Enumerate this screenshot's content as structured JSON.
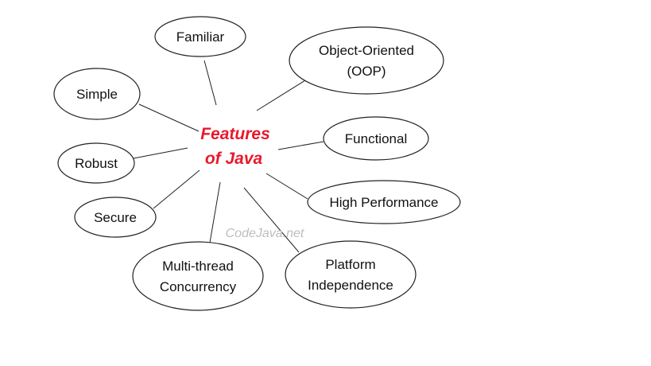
{
  "center": {
    "line1": "Features",
    "line2": "of Java",
    "color": "#e8192c"
  },
  "watermark": {
    "text": "CodeJava.net",
    "color": "#bdbdbd"
  },
  "features": [
    {
      "id": "familiar",
      "lines": [
        "Familiar"
      ]
    },
    {
      "id": "object-oriented",
      "lines": [
        "Object-Oriented",
        "(OOP)"
      ]
    },
    {
      "id": "simple",
      "lines": [
        "Simple"
      ]
    },
    {
      "id": "functional",
      "lines": [
        "Functional"
      ]
    },
    {
      "id": "robust",
      "lines": [
        "Robust"
      ]
    },
    {
      "id": "high-performance",
      "lines": [
        "High Performance"
      ]
    },
    {
      "id": "secure",
      "lines": [
        "Secure"
      ]
    },
    {
      "id": "multi-thread-concurrency",
      "lines": [
        "Multi-thread",
        "Concurrency"
      ]
    },
    {
      "id": "platform-independence",
      "lines": [
        "Platform",
        "Independence"
      ]
    }
  ]
}
